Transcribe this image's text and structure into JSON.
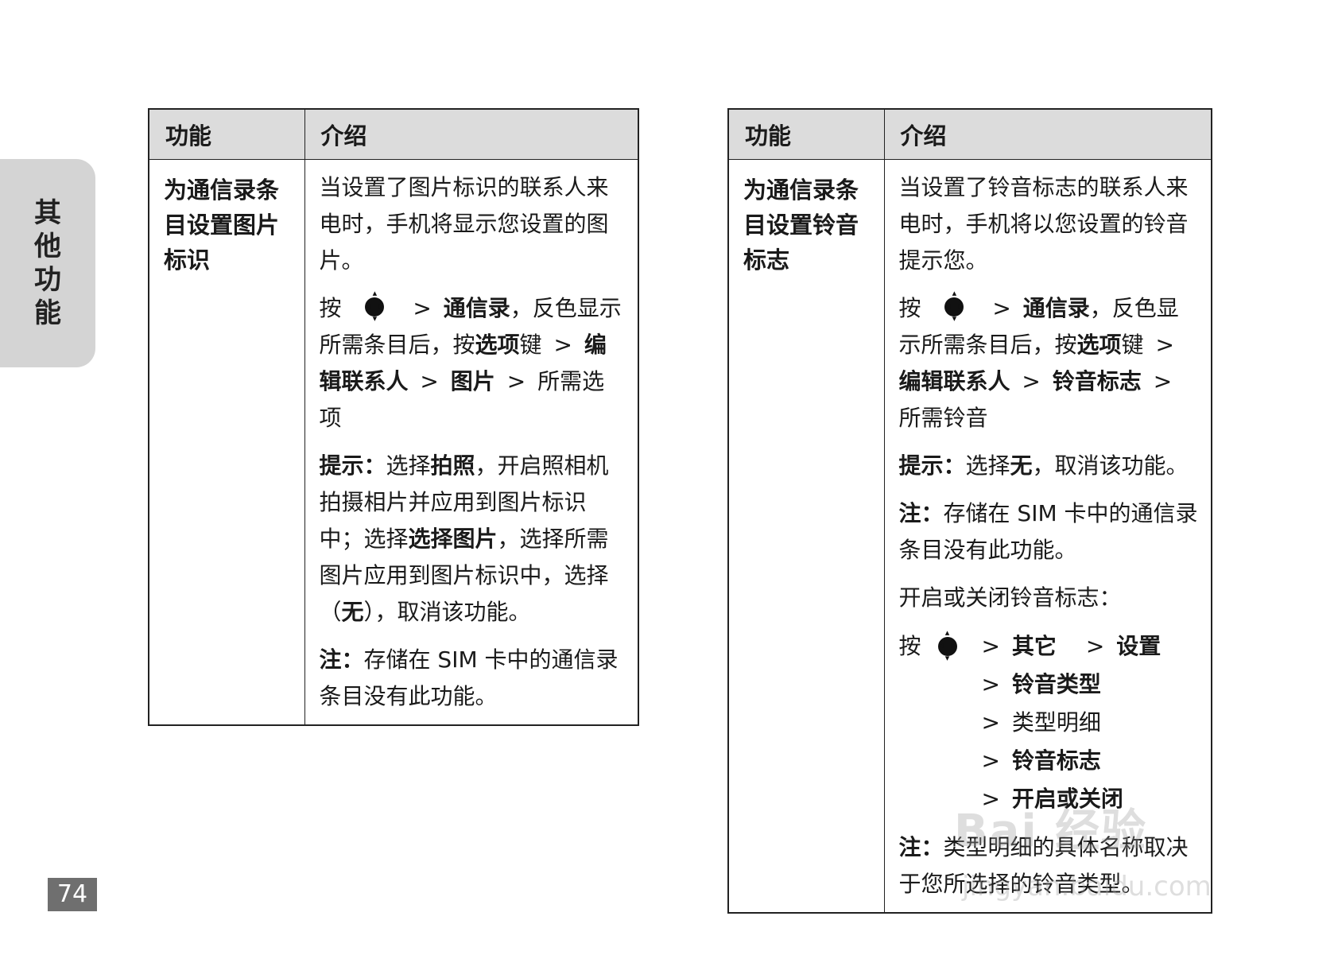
{
  "side_tab": {
    "label": "其他功能"
  },
  "page_number": "74",
  "table_left": {
    "headers": {
      "function": "功能",
      "intro": "介绍"
    },
    "function_name": "为通信录条目设置图片标识",
    "p1": "当设置了图片标识的联系人来电时，手机将显示您设置的图片。",
    "p2": {
      "pre": "按",
      "gt": ">",
      "s1": "通信录",
      "mid1": "，反色显示所需条目后，按",
      "s2": "选项",
      "mid2": "键",
      "s3": "编辑联系人",
      "s4": "图片",
      "s5": "所需选项"
    },
    "p3": {
      "label": "提示：",
      "t1": "选择",
      "b1": "拍照",
      "t2": "，开启照相机拍摄相片并应用到图片标识中；选择",
      "b2": "选择图片",
      "t3": "，选择所需图片应用到图片标识中，选择（",
      "b3": "无",
      "t4": "），取消该功能。"
    },
    "p4": {
      "label": "注：",
      "text": "存储在 SIM 卡中的通信录条目没有此功能。"
    }
  },
  "table_right": {
    "headers": {
      "function": "功能",
      "intro": "介绍"
    },
    "function_name": "为通信录条目设置铃音标志",
    "p1": "当设置了铃音标志的联系人来电时，手机将以您设置的铃音提示您。",
    "p2": {
      "pre": "按",
      "gt": ">",
      "s1": "通信录",
      "mid1": "，反色显示所需条目后，按",
      "s2": "选项",
      "mid2": "键",
      "s3": "编辑联系人",
      "s4": "铃音标志",
      "s5": "所需铃音"
    },
    "p3": {
      "label": "提示：",
      "t1": "选择",
      "b1": "无",
      "t2": "，取消该功能。"
    },
    "p4": {
      "label": "注：",
      "text": "存储在 SIM 卡中的通信录条目没有此功能。"
    },
    "p5": "开启或关闭铃音标志：",
    "nav": {
      "pre": "按",
      "gt": ">",
      "steps": [
        "其它",
        "设置",
        "铃音类型",
        "类型明细",
        "铃音标志",
        "开启或关闭"
      ]
    },
    "p6": {
      "label": "注：",
      "text": "类型明细的具体名称取决于您所选择的铃音类型。"
    }
  },
  "watermark": {
    "brand": "Bai 经验",
    "url": "jingyan.baidu.com"
  }
}
